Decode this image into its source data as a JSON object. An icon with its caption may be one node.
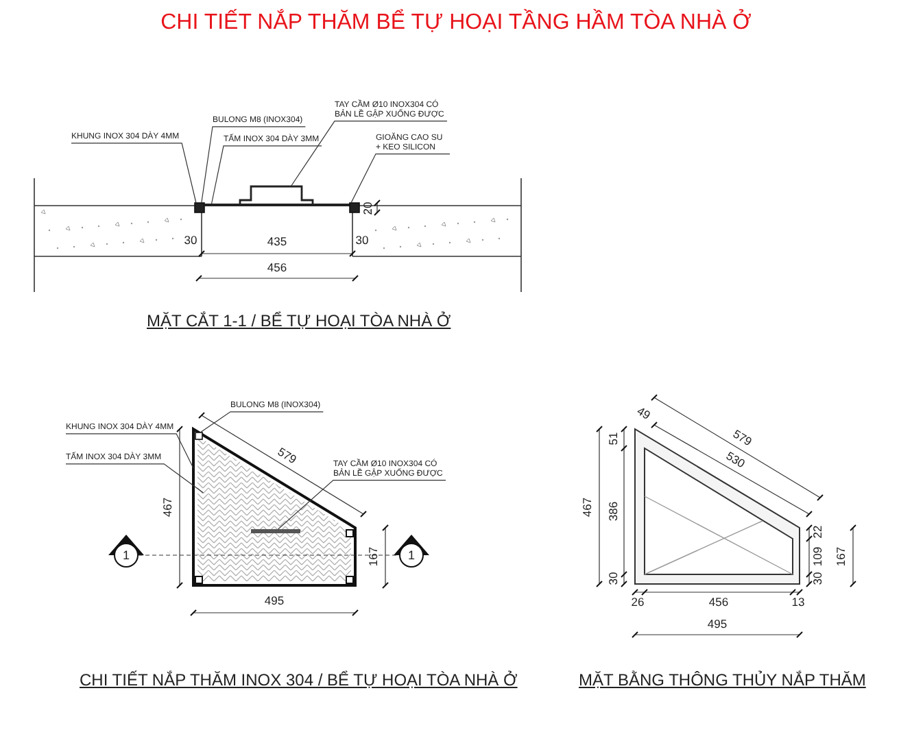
{
  "diagram": {
    "title": "CHI TIẾT NẮP THĂM BỂ TỰ HOẠI TẦNG HẦM TÒA NHÀ Ở",
    "nodes": [
      {
        "text": [
          "KHUNG INOX 304 DÀY 4MM"
        ]
      },
      {
        "text": [
          "BULONG M8 (INOX304)"
        ]
      },
      {
        "text": [
          "TẤM INOX 304 DÀY 3MM"
        ]
      },
      {
        "text": [
          "TAY CẦM Ø10 INOX304 CÓ BẢN LỀ GẬP XUỐNG ĐƯỢC"
        ]
      },
      {
        "text": [
          "GIOĂNG CAO SU + KEO SILICON"
        ]
      },
      {
        "text": [
          "BULONG M8 (INOX304)"
        ]
      },
      {
        "text": [
          "KHUNG INOX 304 DÀY 4MM"
        ]
      },
      {
        "text": [
          "TẤM INOX 304 DÀY 3MM"
        ]
      },
      {
        "text": [
          "TAY CẦM Ø10 INOX304 CÓ BẢN LỀ GẬP XUỐNG ĐƯỢC"
        ]
      },
      {
        "text": [
          "1"
        ]
      },
      {
        "text": [
          "1"
        ]
      },
      {
        "text": [],
        "shape": "box"
      },
      {
        "text": [],
        "shape": "bar"
      },
      {
        "text": [],
        "shape": "picture"
      },
      {
        "text": [],
        "shape": "box"
      },
      {
        "text": [],
        "shape": "picture"
      },
      {
        "text": [],
        "shape": "picture",
        "in": 15
      },
      {
        "text": [],
        "shape": "box",
        "in": 16
      },
      {
        "text": [],
        "shape": "bar",
        "in": 16
      }
    ],
    "edges": [
      {
        "from": 0,
        "to": 11,
        "arrow": "none"
      },
      {
        "from": 1,
        "to": 11,
        "arrow": "none"
      },
      {
        "from": 2,
        "to": 12,
        "arrow": "none"
      },
      {
        "from": 3,
        "to": 13,
        "arrow": "none"
      },
      {
        "from": 4,
        "to": 14,
        "arrow": "none"
      },
      {
        "from": 5,
        "to": 17,
        "arrow": "none"
      },
      {
        "from": 6,
        "to": 15,
        "arrow": "none"
      },
      {
        "from": 7,
        "to": 16,
        "arrow": "none"
      },
      {
        "from": 8,
        "to": 18,
        "arrow": "none"
      },
      {
        "from": 9,
        "to": 10,
        "arrow": "none",
        "style": "dashed"
      }
    ],
    "labels": [
      "20",
      "30",
      "435",
      "30",
      "456",
      "MẶT CẮT 1-1 / BỂ TỰ HOẠI TÒA NHÀ Ở",
      "579",
      "467",
      "167",
      "495",
      "49",
      "579",
      "530",
      "51",
      "467",
      "386",
      "30",
      "22",
      "109",
      "30",
      "167",
      "26",
      "456",
      "13",
      "495",
      "CHI TIẾT NẮP THĂM INOX 304 / BỂ TỰ HOẠI TÒA NHÀ Ở",
      "MẶT BẰNG THÔNG THỦY NẮP THĂM"
    ]
  }
}
